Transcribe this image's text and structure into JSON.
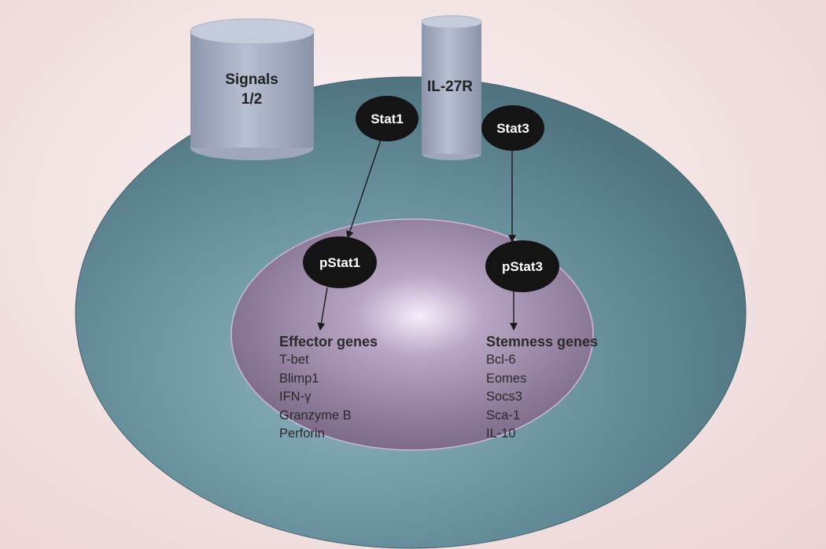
{
  "receptors": {
    "signals": {
      "line1": "Signals",
      "line2": "1/2"
    },
    "il27r": {
      "label": "IL-27R"
    }
  },
  "nodes": {
    "stat1": "Stat1",
    "stat3": "Stat3",
    "pstat1": "pStat1",
    "pstat3": "pStat3"
  },
  "effector_genes": {
    "title": "Effector genes",
    "items": [
      "T-bet",
      "Blimp1",
      "IFN-γ",
      "Granzyme B",
      "Perforin"
    ]
  },
  "stemness_genes": {
    "title": "Stemness genes",
    "items": [
      "Bcl-6",
      "Eomes",
      "Socs3",
      "Sca-1",
      "IL-10"
    ]
  },
  "colors": {
    "cell": "#5f8894",
    "nucleus": "#8c7a98",
    "receptor": "#aab2c6",
    "node": "#141414"
  }
}
